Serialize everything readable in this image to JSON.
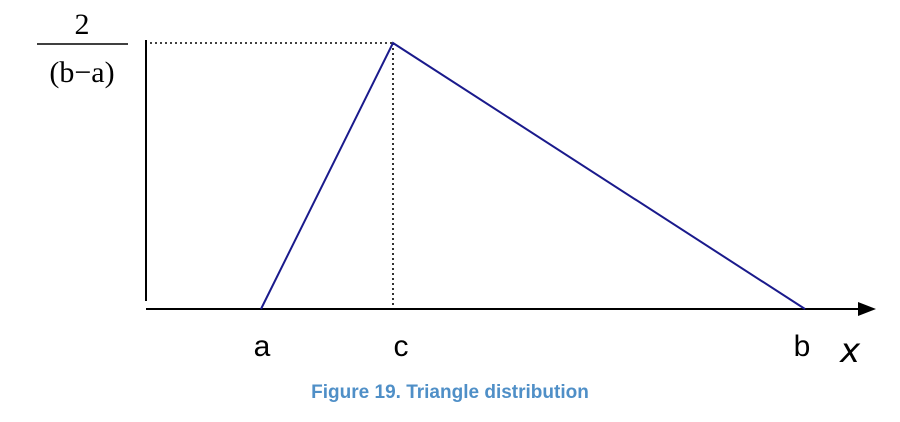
{
  "figure": {
    "caption": "Figure 19. Triangle distribution",
    "caption_color": "#4f8fc7",
    "line_color": "#1a1a8c",
    "axis_color": "#000000"
  },
  "peak_label": {
    "numerator": "2",
    "denominator": "(b−a)"
  },
  "x_axis": {
    "variable": "x",
    "ticks": [
      {
        "label": "a"
      },
      {
        "label": "c"
      },
      {
        "label": "b"
      }
    ]
  },
  "shape": {
    "type": "triangle",
    "vertices": [
      "a",
      "c",
      "b"
    ],
    "guides": [
      "dotted-horizontal-peak",
      "dotted-vertical-c"
    ]
  }
}
